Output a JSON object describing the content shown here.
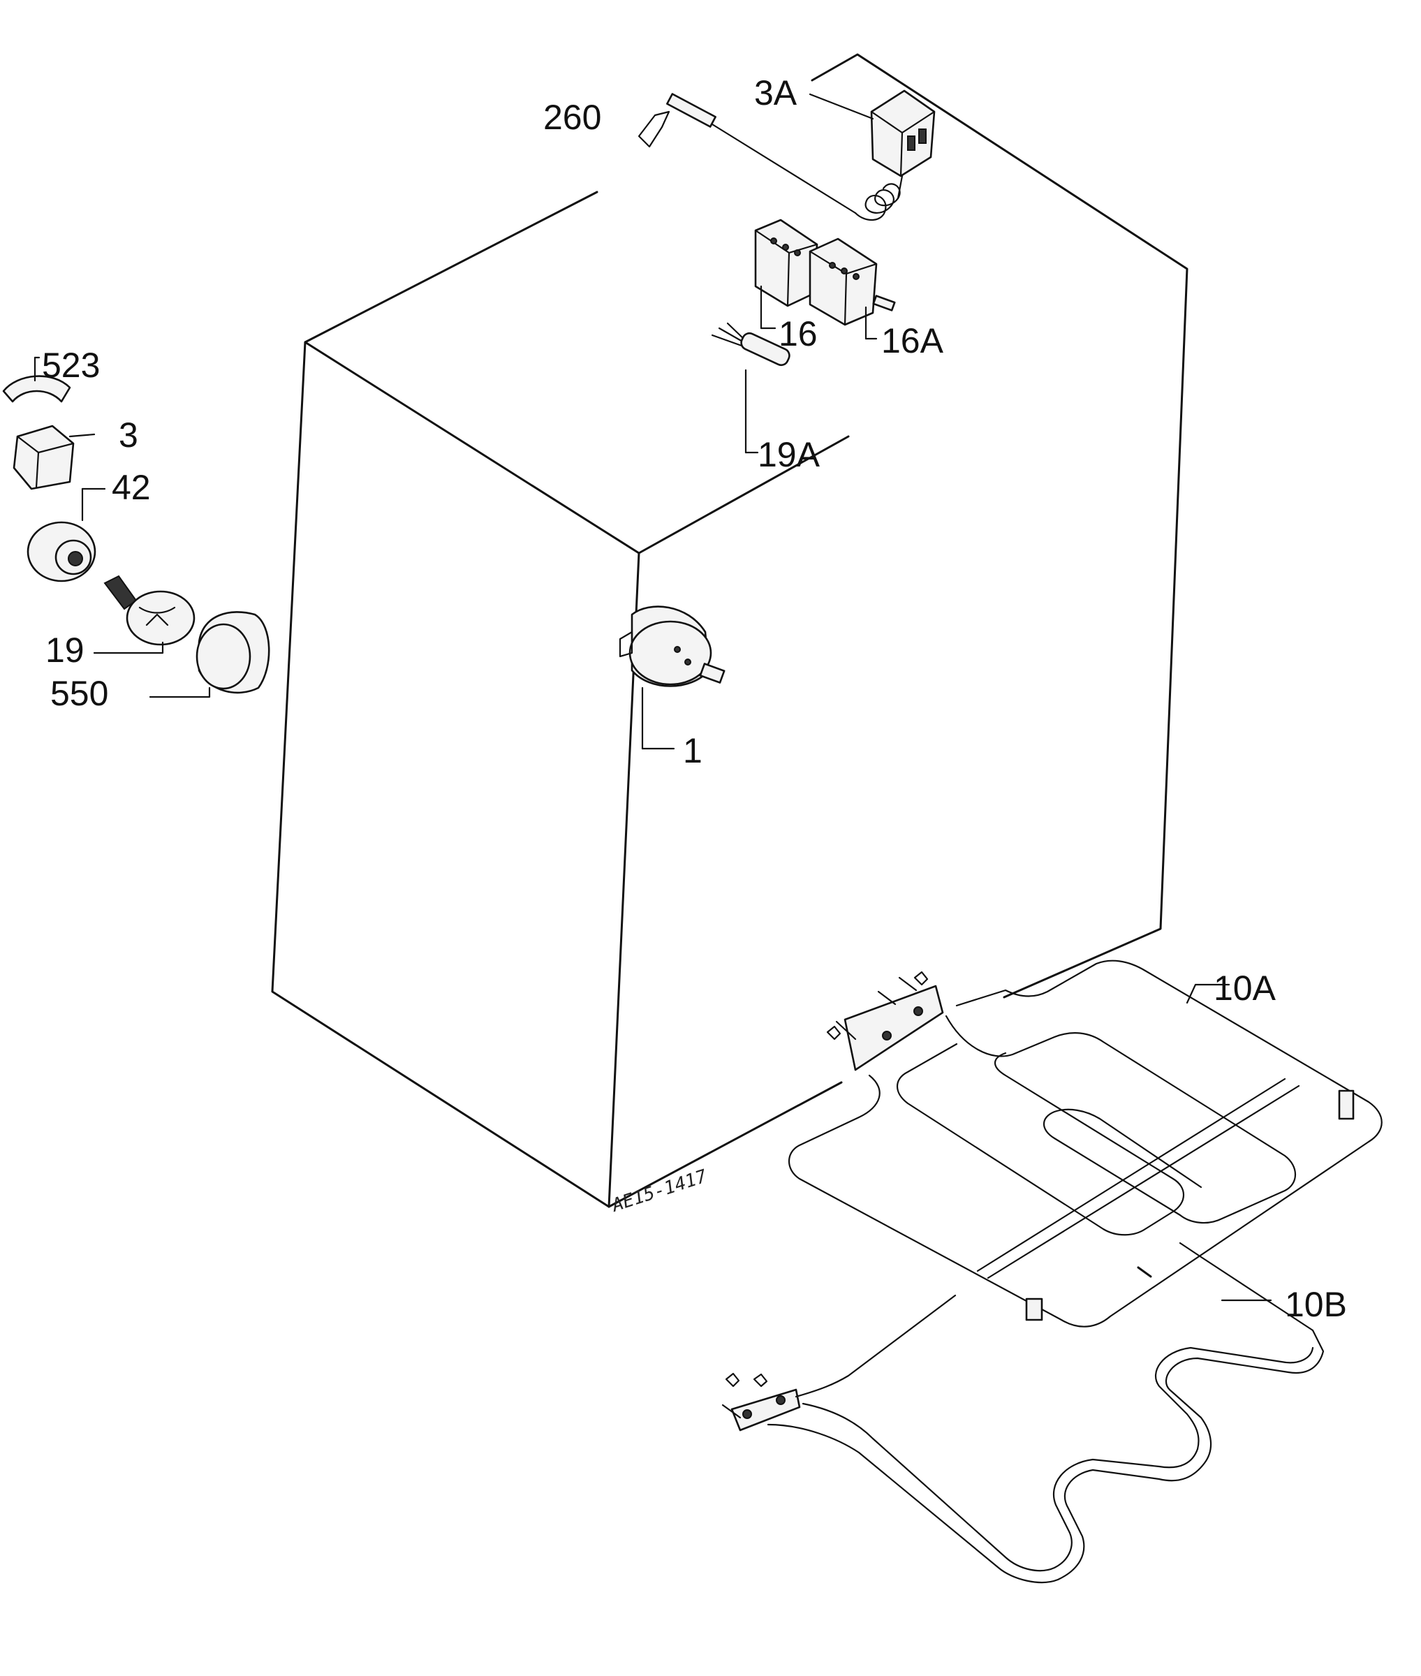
{
  "labels": {
    "p260": "260",
    "p3A": "3A",
    "p16": "16",
    "p16A": "16A",
    "p19A": "19A",
    "p523": "523",
    "p3": "3",
    "p42": "42",
    "p19": "19",
    "p550": "550",
    "p1": "1",
    "p10A": "10A",
    "p10B": "10B"
  },
  "drawing_code": "AE15-1417"
}
